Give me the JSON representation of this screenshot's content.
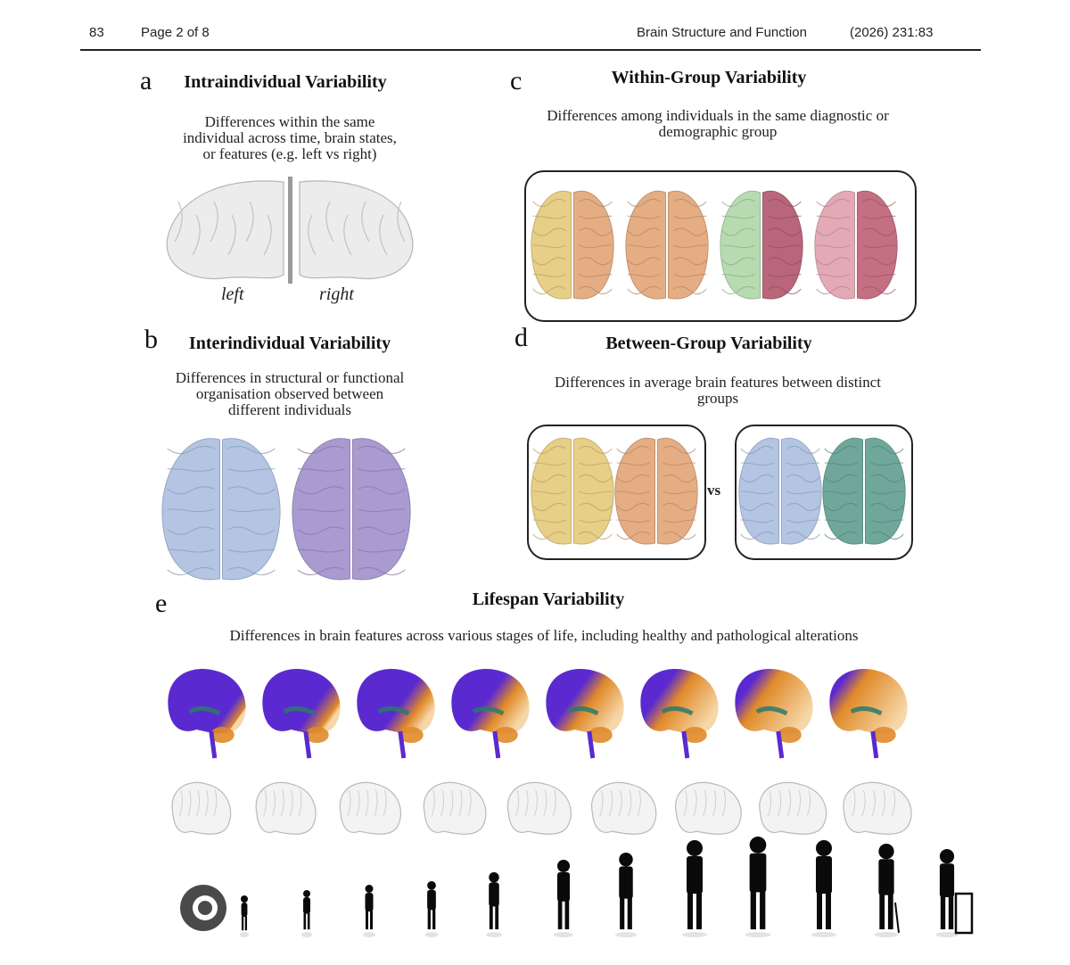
{
  "header": {
    "page_number": "83",
    "page_of": "Page 2 of 8",
    "journal": "Brain Structure and Function",
    "citation": "(2026) 231:83"
  },
  "panels": {
    "a": {
      "letter": "a",
      "title": "Intraindividual Variability",
      "desc_lines": [
        "Differences within the same",
        "individual across time, brain states,",
        "or features (e.g. left vs right)"
      ],
      "left_label": "left",
      "right_label": "right",
      "hemisphere_color": "#ececec"
    },
    "b": {
      "letter": "b",
      "title": "Interindividual Variability",
      "desc_lines": [
        "Differences in structural or functional",
        "organisation observed between",
        "different individuals"
      ],
      "brain_colors": [
        "#b3c5e3",
        "#a99ad0"
      ]
    },
    "c": {
      "letter": "c",
      "title": "Within-Group Variability",
      "desc_lines": [
        "Differences among individuals in the same diagnostic or",
        "demographic group"
      ],
      "brain_colors": [
        [
          "#e8cf88",
          "#e5ad83"
        ],
        [
          "#e5ad83",
          "#e5ad83"
        ],
        [
          "#b7dbb0",
          "#b9667a"
        ],
        [
          "#e3aab6",
          "#c46f82"
        ]
      ]
    },
    "d": {
      "letter": "d",
      "title": "Between-Group Variability",
      "desc_lines": [
        "Differences in average brain features between distinct",
        "groups"
      ],
      "vs_label": "vs",
      "group1_colors": [
        "#e8cf88",
        "#e5ad83"
      ],
      "group2_colors": [
        "#b3c5e3",
        "#6fa89a"
      ]
    },
    "e": {
      "letter": "e",
      "title": "Lifespan Variability",
      "desc": "Differences in brain features across various stages of life, including healthy and pathological alterations",
      "map_colors": [
        "#5a2ad0",
        "#e08a2a",
        "#2a7a6a"
      ],
      "silhouette_stages": [
        "prenatal",
        "infant",
        "toddler",
        "toddler",
        "child",
        "child",
        "child",
        "adolescent",
        "adult",
        "adult",
        "older-adult",
        "elderly",
        "elderly-walker"
      ]
    }
  }
}
